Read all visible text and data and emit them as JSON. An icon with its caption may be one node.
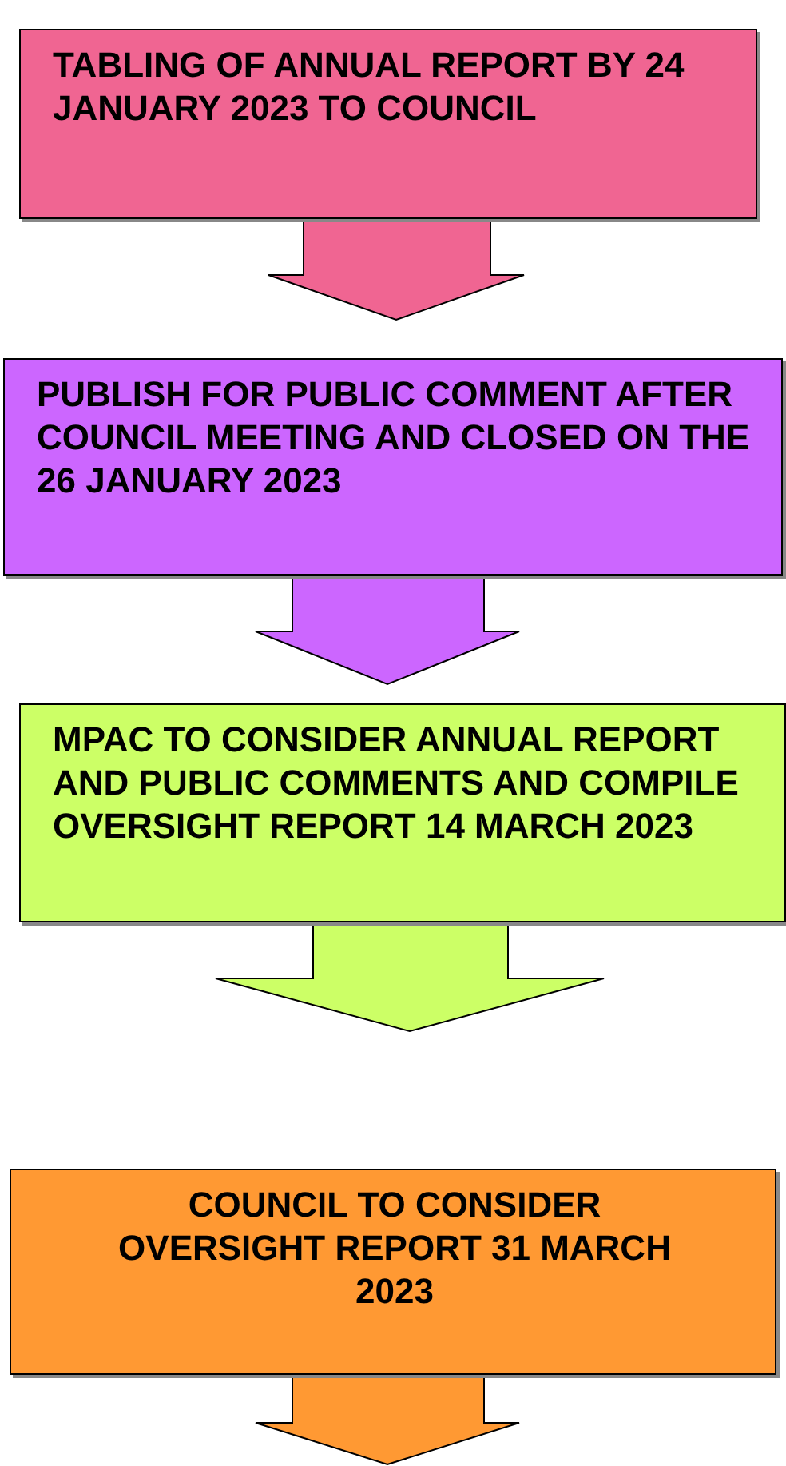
{
  "diagram": {
    "nodes": [
      {
        "text": [
          "TABLING OF ANNUAL REPORT BY 24 JANUARY 2023 TO COUNCIL"
        ]
      },
      {
        "text": [
          "PUBLISH FOR PUBLIC COMMENT AFTER COUNCIL MEETING AND CLOSED ON THE 26 JANUARY 2023"
        ]
      },
      {
        "text": [
          "MPAC TO CONSIDER ANNUAL REPORT AND PUBLIC COMMENTS AND COMPILE OVERSIGHT REPORT 14 MARCH 2023"
        ]
      },
      {
        "text": [
          "COUNCIL TO CONSIDER OVERSIGHT REPORT 31 MARCH 2023"
        ]
      }
    ],
    "edges": [
      {
        "from": 0,
        "to": 1,
        "arrow": "to",
        "color": "#f06592"
      },
      {
        "from": 1,
        "to": 2,
        "arrow": "to",
        "color": "#cc66ff"
      },
      {
        "from": 2,
        "to": 3,
        "arrow": "to",
        "color": "#ccff66"
      },
      {
        "from": 3,
        "to": null,
        "arrow": "to",
        "color": "#ff9933"
      }
    ]
  }
}
